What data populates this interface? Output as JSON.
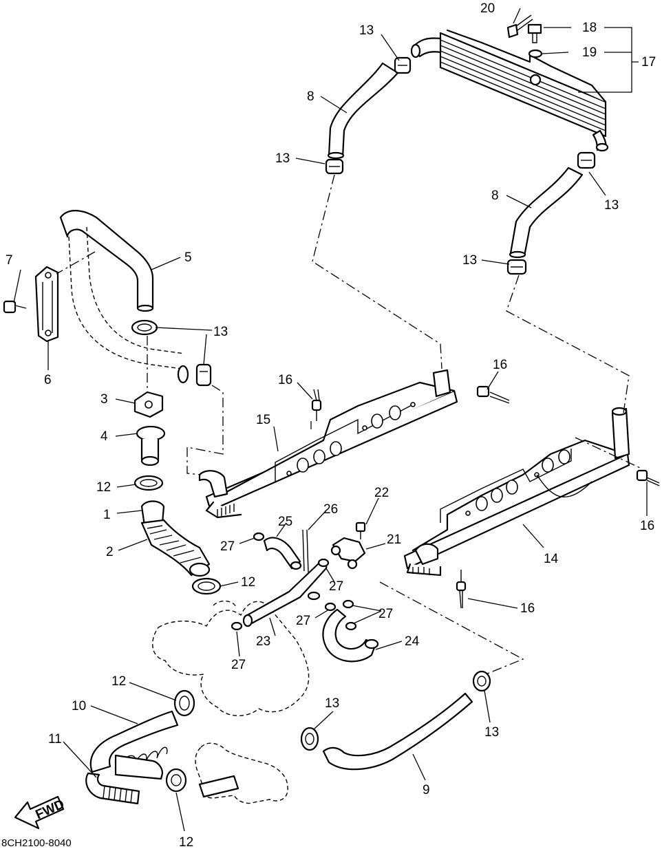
{
  "diagram": {
    "drawing_code": "8CH2100-8040",
    "fwd_label": "FWD",
    "callouts": {
      "c1": "1",
      "c2": "2",
      "c3": "3",
      "c4": "4",
      "c5": "5",
      "c6": "6",
      "c7": "7",
      "c8a": "8",
      "c8b": "8",
      "c9": "9",
      "c10": "10",
      "c11": "11",
      "c12a": "12",
      "c12b": "12",
      "c12c": "12",
      "c12d": "12",
      "c13a": "13",
      "c13b": "13",
      "c13c": "13",
      "c13d": "13",
      "c13e": "13",
      "c13f": "13",
      "c13g": "13",
      "c14": "14",
      "c15": "15",
      "c16a": "16",
      "c16b": "16",
      "c16c": "16",
      "c16d": "16",
      "c17": "17",
      "c18": "18",
      "c19": "19",
      "c20": "20",
      "c21": "21",
      "c22": "22",
      "c23": "23",
      "c24": "24",
      "c25": "25",
      "c26": "26",
      "c27a": "27",
      "c27b": "27",
      "c27c": "27",
      "c27d": "27",
      "c27e": "27"
    }
  }
}
